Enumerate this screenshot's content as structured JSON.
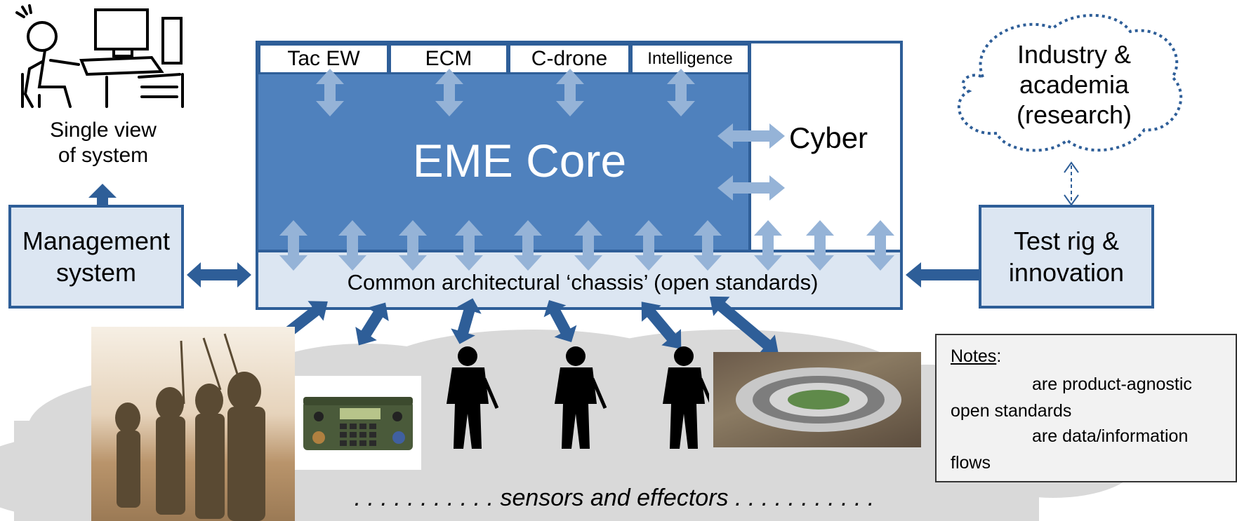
{
  "core": {
    "title": "EME Core",
    "top_tabs": [
      "Tac EW",
      "ECM",
      "C-drone",
      "Intelligence"
    ],
    "cyber_label": "Cyber",
    "chassis_label": "Common architectural ‘chassis’ (open standards)"
  },
  "single_view": {
    "line1": "Single view",
    "line2": "of system"
  },
  "management": {
    "line1": "Management",
    "line2": "system"
  },
  "industry": {
    "line1": "Industry &",
    "line2": "academia",
    "line3": "(research)"
  },
  "test_rig": {
    "line1": "Test rig &",
    "line2": "innovation"
  },
  "sensors_label": ". . . . . . . . . . . sensors and effectors . . . . . . . . . . .",
  "notes": {
    "title": "Notes",
    "title_suffix": ":",
    "item1_text_a": "are product-agnostic",
    "item1_text_b": "open standards",
    "item2_text_a": "are data/information",
    "item2_text_b": "flows"
  },
  "colors": {
    "core_fill": "#4f81bd",
    "border": "#2e5e98",
    "chassis_fill": "#dce6f2",
    "light_arrow": "#95b3d7",
    "dark_arrow": "#2e5e98",
    "cloud_grey": "#d9d9d9"
  },
  "icons": [
    "person-at-computer-icon",
    "soldier-silhouette-icon",
    "radio-device-image",
    "soldiers-photo",
    "gchq-building-photo",
    "cloud-icon"
  ]
}
